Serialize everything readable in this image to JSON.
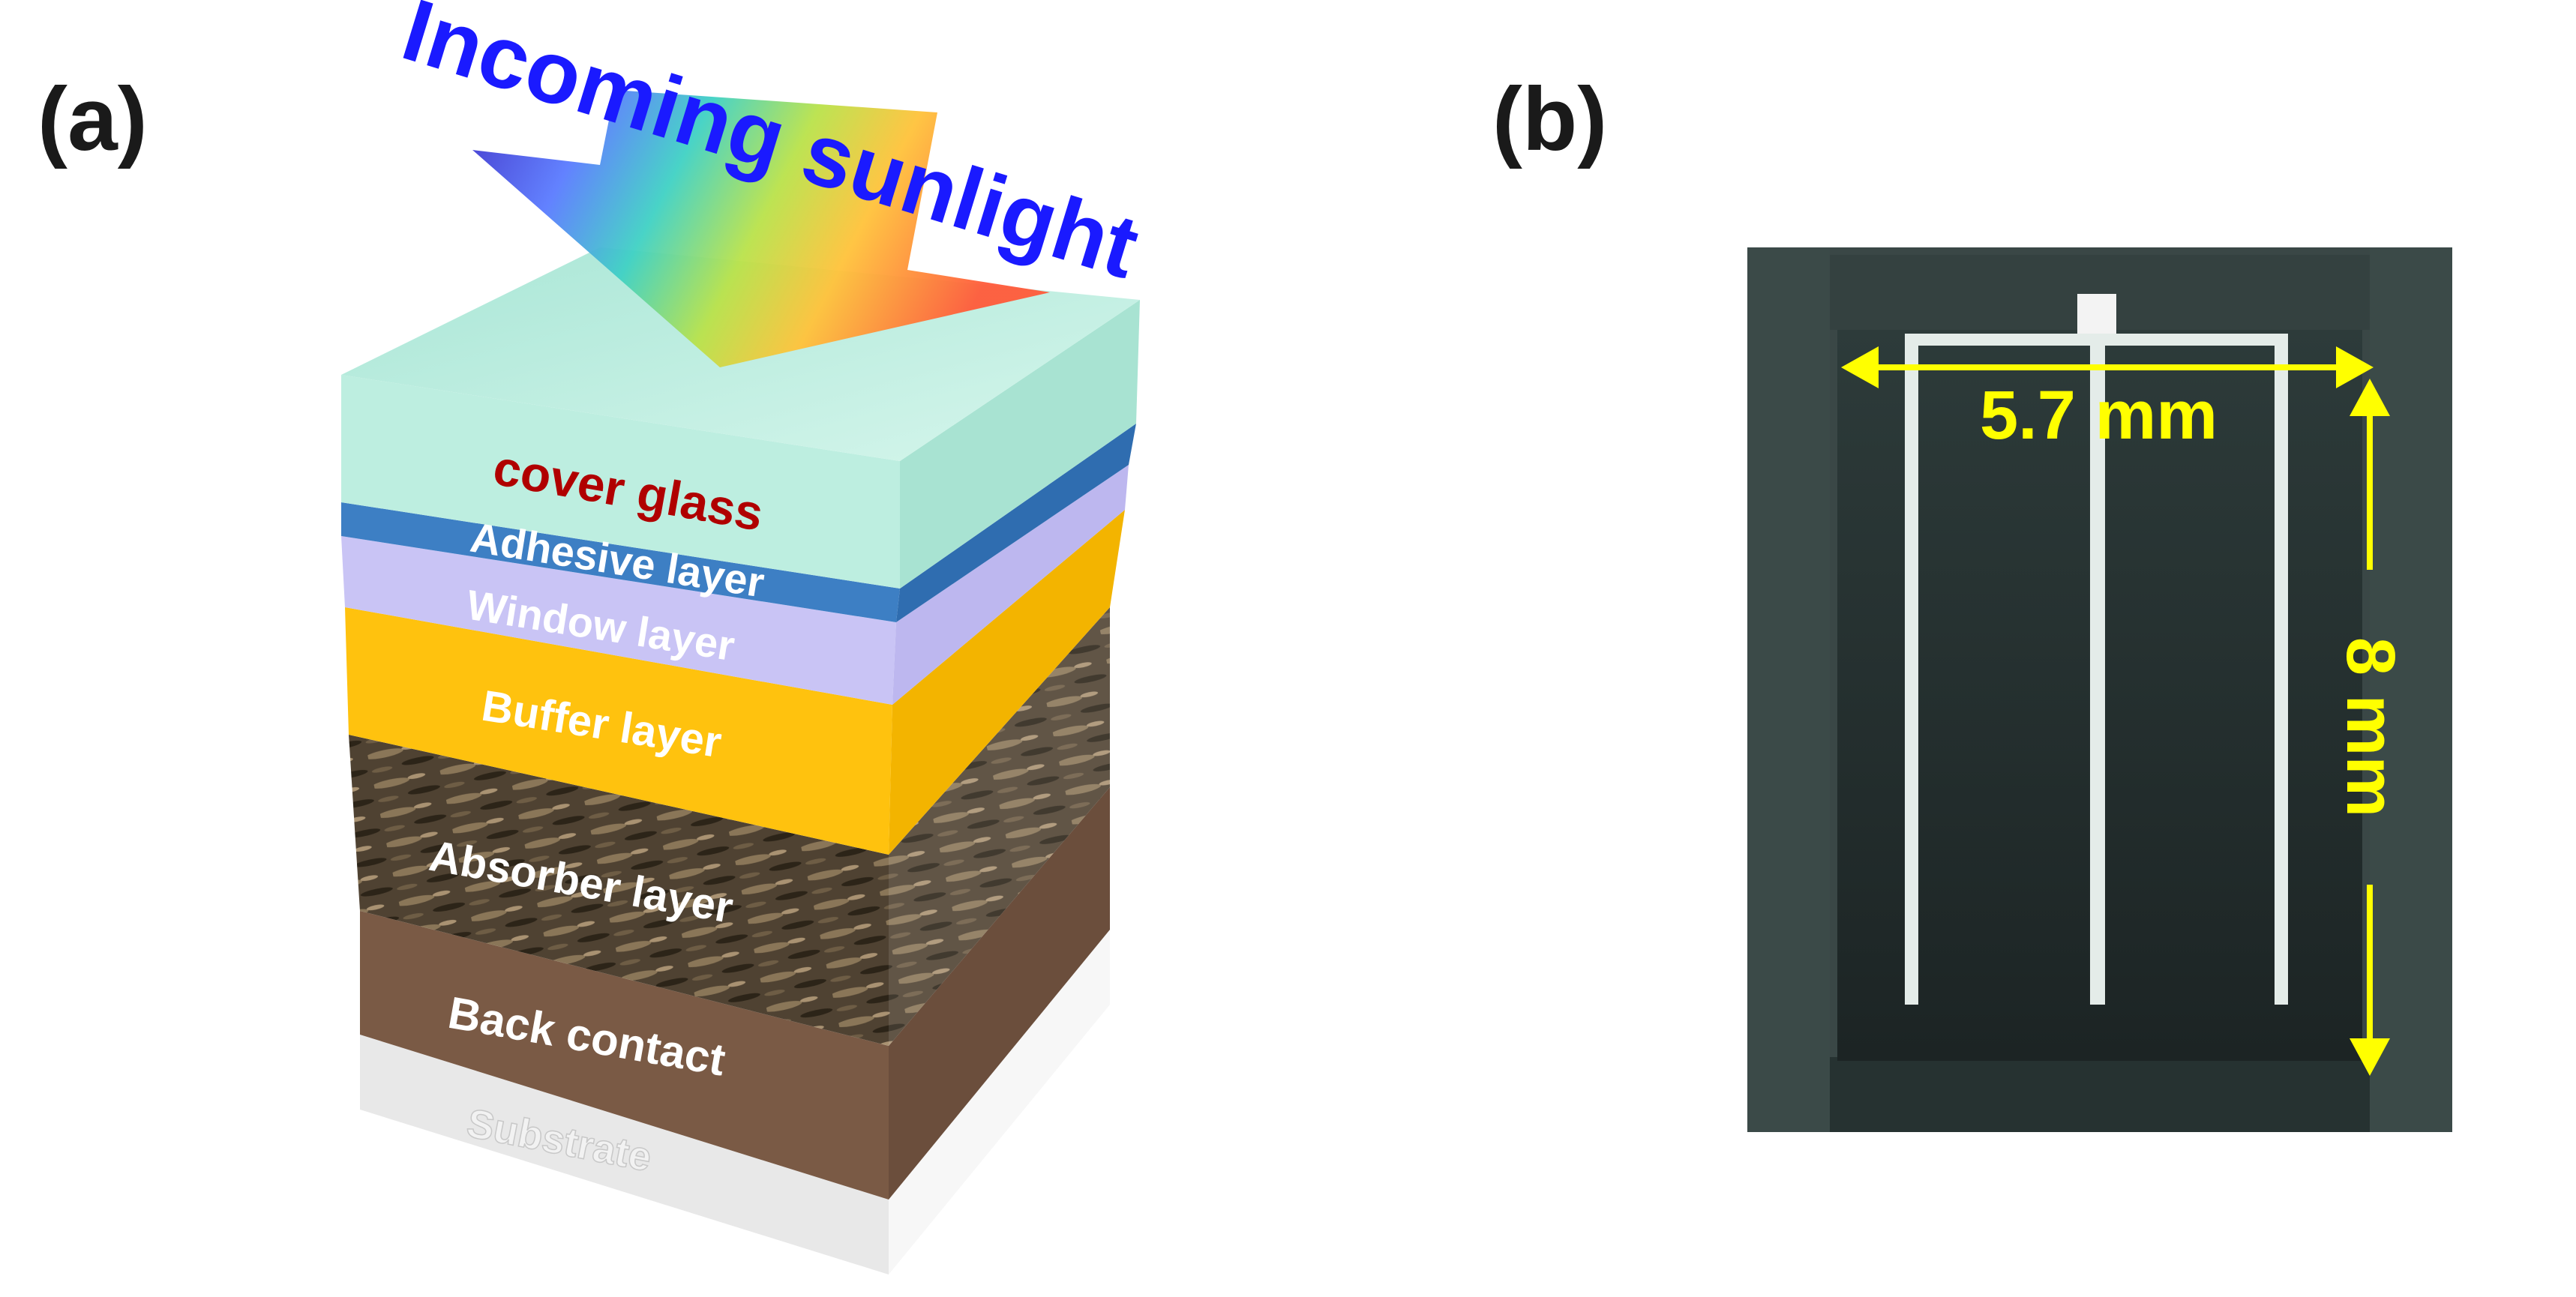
{
  "panels": {
    "a": {
      "label": "(a)",
      "sunlight_text": "Incoming sunlight",
      "layers": [
        {
          "name": "cover glass",
          "text_color": "#b00000"
        },
        {
          "name": "Adhesive layer",
          "text_color": "#ffffff"
        },
        {
          "name": "Window layer",
          "text_color": "#ffffff"
        },
        {
          "name": "Buffer layer",
          "text_color": "#ffffff"
        },
        {
          "name": "Absorber layer",
          "text_color": "#ffffff"
        },
        {
          "name": "Back contact",
          "text_color": "#ffffff"
        },
        {
          "name": "Substrate",
          "text_color": "#f2f2f2"
        }
      ]
    },
    "b": {
      "label": "(b)",
      "width_label": "5.7 mm",
      "height_label": "8 mm"
    }
  },
  "colors": {
    "sunlight_text": "#1a1aff",
    "dimension_yellow": "#ffff00",
    "cover_glass": "#bdeee0",
    "adhesive": "#3d7fc4",
    "window": "#c9c4f5",
    "buffer": "#ffc20e",
    "absorber": "#4a3c2a",
    "back_contact": "#7a5a45",
    "substrate": "#efefef"
  }
}
